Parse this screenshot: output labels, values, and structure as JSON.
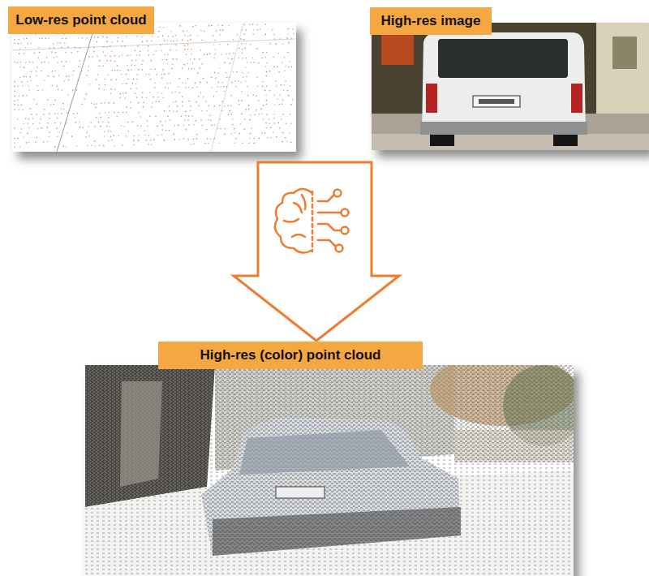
{
  "diagram": {
    "nodes": [
      {
        "text": [
          "Low-res point cloud"
        ]
      },
      {
        "text": [
          "High-res image"
        ]
      },
      {
        "text": [
          "High-res (color) point cloud"
        ]
      }
    ]
  }
}
